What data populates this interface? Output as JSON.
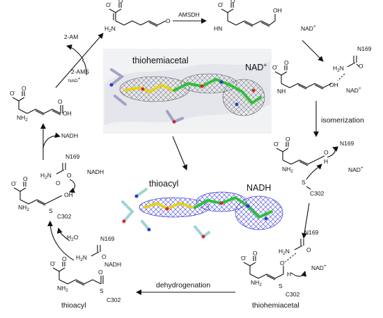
{
  "steps": {
    "amsdh": "AMSDH",
    "isomerization": "isomerization",
    "dehydrogenation": "dehydrogenation"
  },
  "left_cycle": {
    "two_am": "2-AM",
    "two_ams": "2-AMS",
    "nad_plus": "NAD",
    "nadh_out": "NADH",
    "nadh_mid": "NADH",
    "water": "H",
    "water_sub": "2",
    "water_o": "O"
  },
  "panels": {
    "top_label": "thiohemiacetal",
    "top_cofactor": "NAD",
    "bottom_label": "thioacyl",
    "bottom_cofactor": "NADH"
  },
  "structures": {
    "thiohemiacetal_label": "thiohemiacetal",
    "thioacyl_label": "thioacyl",
    "nad_plus": "NAD",
    "nadh": "NADH"
  },
  "atoms": {
    "o_minus": "O",
    "minus": "-",
    "plus": "+",
    "oh": "OH",
    "nh2": "NH",
    "nh2_sub": "2",
    "h2n": "H",
    "h2n_n": "N",
    "hn": "HN",
    "nh": "NH",
    "o": "O",
    "h": "H",
    "s": "S",
    "n169": "N169",
    "c302": "C302"
  },
  "colors": {
    "mesh_top": "#6b6b6b",
    "mesh_bottom": "#3a3ad8",
    "carbon_green": "#2fbf3a",
    "carbon_yellow": "#e6d21a",
    "protein_top": "#9fa3c8",
    "protein_bottom": "#9fd3d6",
    "nitrogen": "#2a3ad0",
    "oxygen": "#d8262a"
  }
}
